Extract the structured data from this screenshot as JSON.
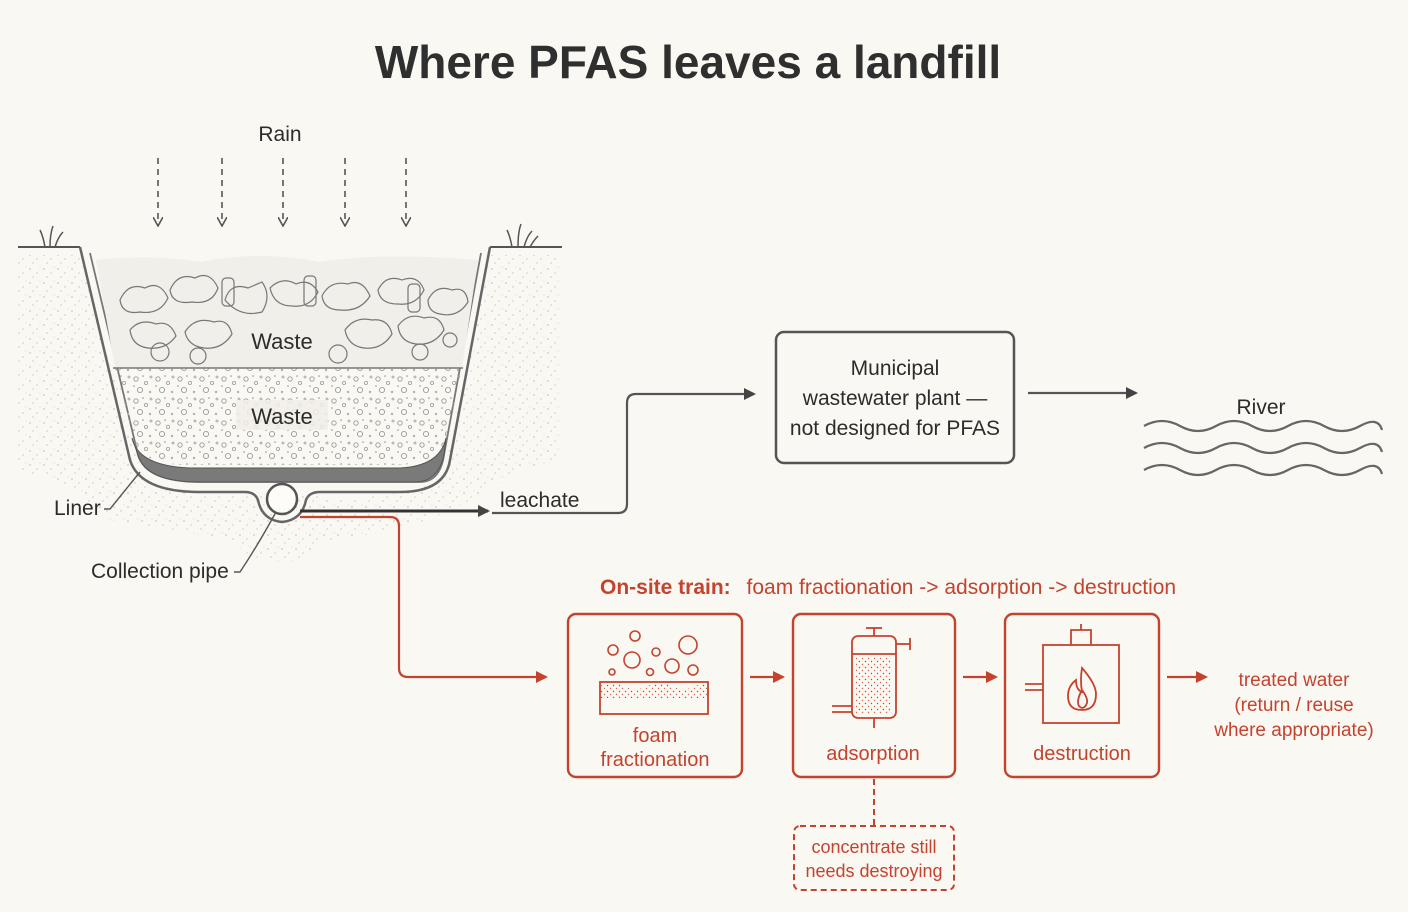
{
  "title": "Where PFAS leaves a landfill",
  "landfill": {
    "rain_label": "Rain",
    "waste_top_label": "Waste",
    "waste_bottom_label": "Waste",
    "liner_label": "Liner",
    "pipe_label": "Collection pipe",
    "leachate_label": "leachate"
  },
  "conventional_path": {
    "plant_line1": "Municipal",
    "plant_line2": "wastewater plant —",
    "plant_line3": "not designed for PFAS",
    "river_label": "River"
  },
  "onsite_train": {
    "heading_bold": "On-site train:",
    "heading_rest": "foam fractionation ->  adsorption -> destruction",
    "steps": [
      {
        "line1": "foam",
        "line2": "fractionation",
        "icon": "bubbles-icon"
      },
      {
        "line1": "adsorption",
        "icon": "column-icon"
      },
      {
        "line1": "destruction",
        "icon": "flame-icon"
      }
    ],
    "note_line1": "concentrate still",
    "note_line2": "needs destroying",
    "output_line1": "treated water",
    "output_line2": "(return / reuse",
    "output_line3": "where appropriate)"
  },
  "colors": {
    "background": "#faf8f2",
    "dark_line": "#555555",
    "accent_red": "#c4432f",
    "text": "#2c2c2c"
  }
}
